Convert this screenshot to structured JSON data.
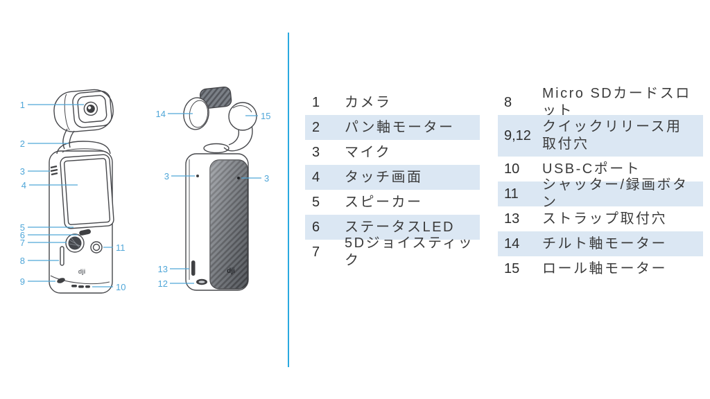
{
  "page": {
    "background": "#ffffff"
  },
  "colors": {
    "divider_blue": "#29a9e0",
    "callout_blue": "#4fa6d8",
    "row_highlight": "#dbe7f3",
    "legend_text": "#3b3b3b",
    "line_art": "#45464a"
  },
  "diagram": {
    "device_logo": "dji",
    "front_callouts": {
      "c1": "1",
      "c2": "2",
      "c3": "3",
      "c4": "4",
      "c5": "5",
      "c6": "6",
      "c7": "7",
      "c8": "8",
      "c9": "9",
      "c10": "10",
      "c11": "11"
    },
    "back_callouts": {
      "c14": "14",
      "c15": "15",
      "c3l": "3",
      "c3r": "3",
      "c13": "13",
      "c12": "12"
    }
  },
  "legend": {
    "col1": [
      {
        "num": "1",
        "label": "カメラ"
      },
      {
        "num": "2",
        "label": "パン軸モーター"
      },
      {
        "num": "3",
        "label": "マイク"
      },
      {
        "num": "4",
        "label": "タッチ画面"
      },
      {
        "num": "5",
        "label": "スピーカー"
      },
      {
        "num": "6",
        "label": "ステータスLED"
      },
      {
        "num": "7",
        "label": "5Dジョイスティック"
      }
    ],
    "col2": [
      {
        "num": "8",
        "label": "Micro SDカードスロット"
      },
      {
        "num": "9,12",
        "label": "クイックリリース用\n取付穴"
      },
      {
        "num": "10",
        "label": "USB-Cポート"
      },
      {
        "num": "11",
        "label": "シャッター/録画ボタン"
      },
      {
        "num": "13",
        "label": "ストラップ取付穴"
      },
      {
        "num": "14",
        "label": "チルト軸モーター"
      },
      {
        "num": "15",
        "label": "ロール軸モーター"
      }
    ]
  }
}
